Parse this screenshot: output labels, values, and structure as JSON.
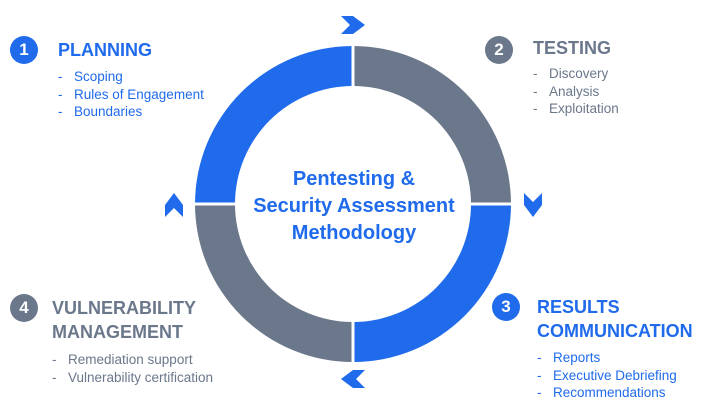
{
  "center": {
    "lines": [
      "Pentesting &",
      "Security Assessment",
      "Methodology"
    ]
  },
  "colors": {
    "blue": "#1f6bec",
    "gray": "#6b778b"
  },
  "phases": [
    {
      "number": "1",
      "title_lines": [
        "PLANNING"
      ],
      "items": [
        "Scoping",
        "Rules of Engagement",
        "Boundaries"
      ],
      "color": "blue"
    },
    {
      "number": "2",
      "title_lines": [
        "TESTING"
      ],
      "items": [
        "Discovery",
        "Analysis",
        "Exploitation"
      ],
      "color": "gray"
    },
    {
      "number": "3",
      "title_lines": [
        "RESULTS",
        "COMMUNICATION"
      ],
      "items": [
        "Reports",
        "Executive Debriefing",
        "Recommendations"
      ],
      "color": "blue"
    },
    {
      "number": "4",
      "title_lines": [
        "VULNERABILITY",
        "MANAGEMENT"
      ],
      "items": [
        "Remediation support",
        "Vulnerability certification"
      ],
      "color": "gray"
    }
  ]
}
